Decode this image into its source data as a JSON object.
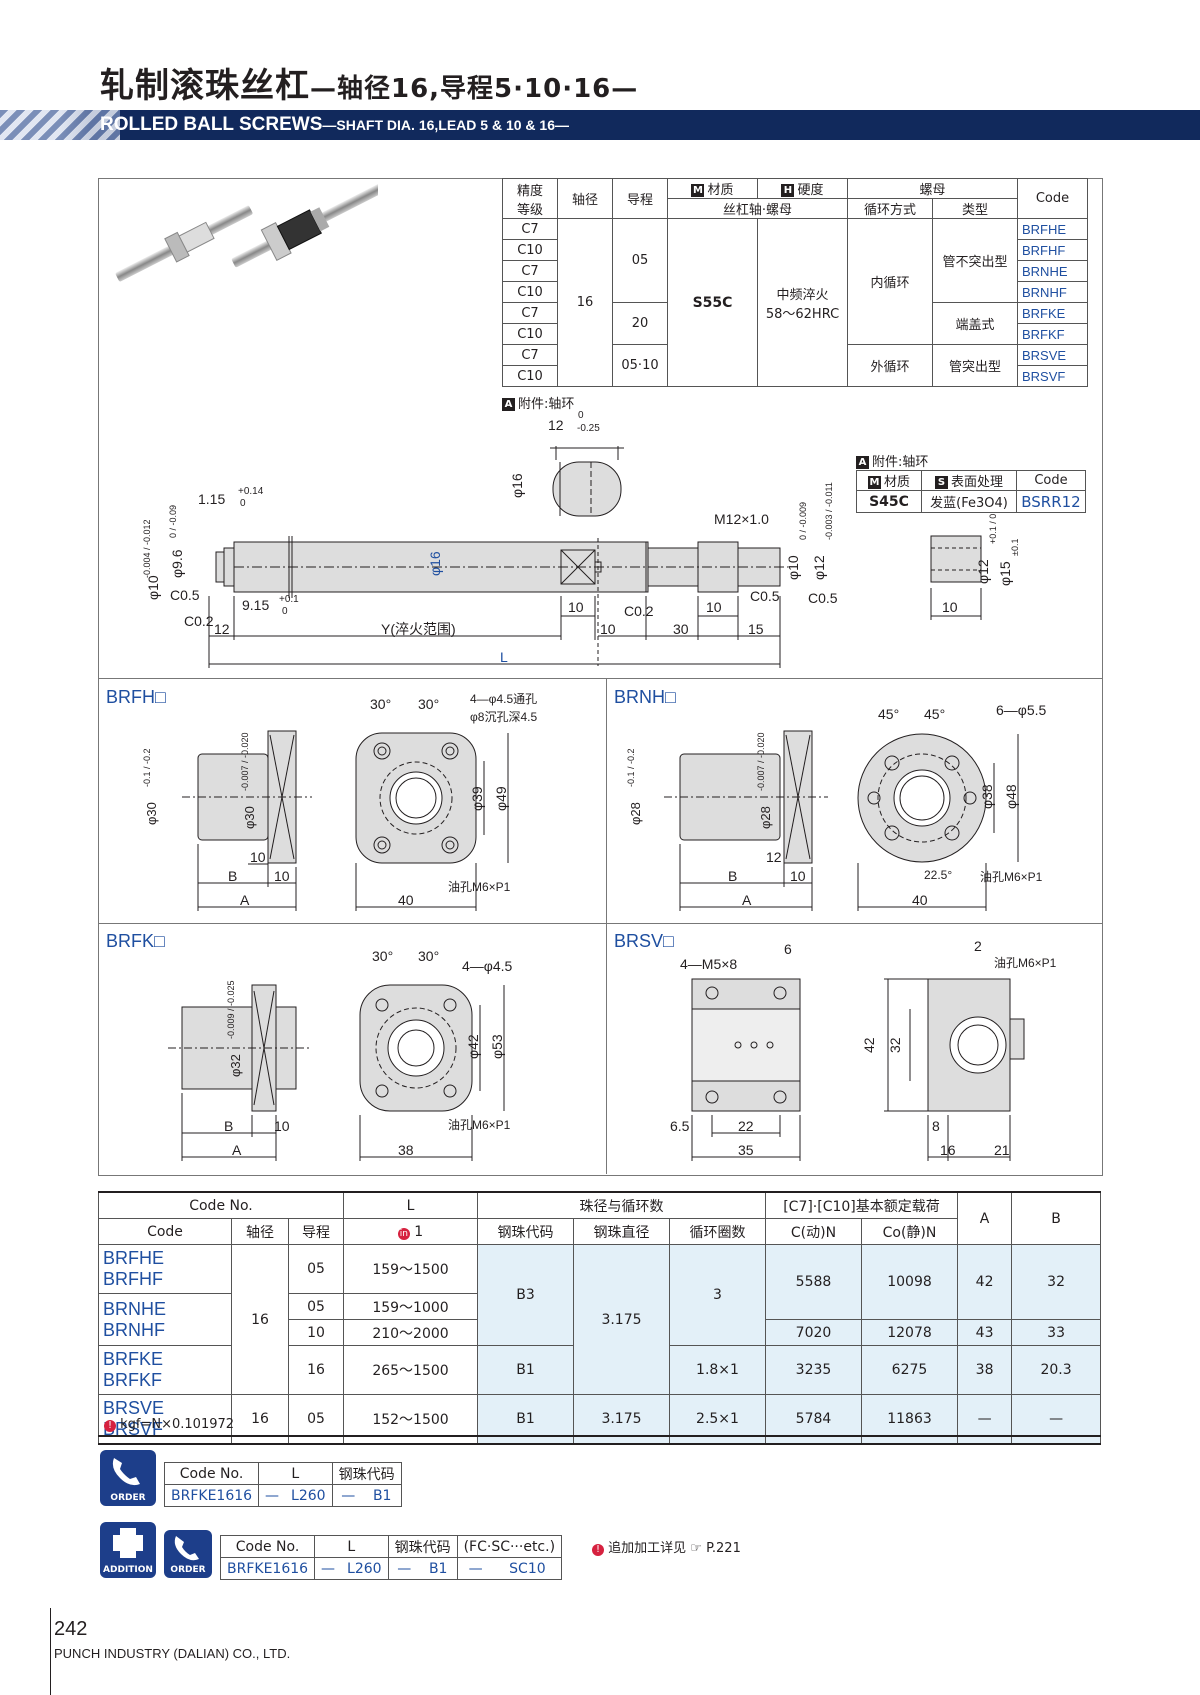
{
  "header": {
    "title_main": "轧制滚珠丝杠",
    "title_sub": "—轴径16,导程5·10·16—",
    "title_en_main": "ROLLED BALL SCREWS",
    "title_en_sub": "—SHAFT DIA. 16,LEAD 5 & 10 & 16—"
  },
  "spec_select": {
    "h_precision": "精度",
    "h_grade": "等级",
    "h_shaft": "轴径",
    "h_lead": "导程",
    "h_material": "材质",
    "h_hardness": "硬度",
    "h_shaft_nut": "丝杠轴·螺母",
    "h_nut": "螺母",
    "h_circ": "循环方式",
    "h_type": "类型",
    "h_code": "Code",
    "icon_m": "M",
    "icon_h": "H",
    "grades": [
      "C7",
      "C10",
      "C7",
      "C10",
      "C7",
      "C10",
      "C7",
      "C10"
    ],
    "shaft": "16",
    "lead_05": "05",
    "lead_20": "20",
    "lead_0510": "05·10",
    "material": "S55C",
    "hardness_1": "中频淬火",
    "hardness_2": "58～62HRC",
    "circ_inner": "内循环",
    "circ_outer": "外循环",
    "type_flush": "管不突出型",
    "type_endcap": "端盖式",
    "type_tube": "管突出型",
    "codes": [
      "BRFHE",
      "BRFHF",
      "BRNHE",
      "BRNHF",
      "BRFKE",
      "BRFKF",
      "BRSVE",
      "BRSVF"
    ],
    "attach_label": "附件:轴环",
    "icon_a": "A"
  },
  "collar": {
    "attach_label": "附件:轴环",
    "h_material": "材质",
    "h_surface": "表面处理",
    "h_code": "Code",
    "material": "S45C",
    "surface": "发蓝(Fe3O4)",
    "code": "BSRR12",
    "icon_m": "M",
    "icon_s": "S",
    "icon_a": "A"
  },
  "shaft_drawing": {
    "d_12": "12",
    "d_12_tol_top": "0",
    "d_12_tol_bot": "-0.25",
    "d_phi16_top": "φ16",
    "d_1_15": "1.15",
    "d_1_15_tol_top": "+0.14",
    "d_1_15_tol_bot": "0",
    "d_phi10": "φ10",
    "d_phi10_tol": "-0.004 / -0.012",
    "d_phi9_6": "φ9.6",
    "d_phi9_6_tol": "0 / -0.09",
    "d_c05": "C0.5",
    "d_9_15": "9.15",
    "d_9_15_tol_top": "+0.1",
    "d_9_15_tol_bot": "0",
    "d_c02": "C0.2",
    "d_12b": "12",
    "d_y": "Y(淬火范围)",
    "d_L": "L",
    "d_phi16": "φ16",
    "d_10a": "10",
    "d_10b": "10",
    "d_c02b": "C0.2",
    "d_30": "30",
    "d_10c": "10",
    "d_15": "15",
    "d_m12": "M12×1.0",
    "d_phi10r": "φ10",
    "d_phi10r_tol": "0 / -0.009",
    "d_phi12r": "φ12",
    "d_phi12r_tol": "-0.003 / -0.011",
    "d_c05b": "C0.5",
    "d_c05c": "C0.5",
    "d_collar_12": "φ12",
    "d_collar_12_tol": "+0.1 / 0",
    "d_collar_15": "φ15",
    "d_collar_15_tol": "±0.1",
    "d_collar_10": "10"
  },
  "nut_views": {
    "brfh_title": "BRFH□",
    "brfh_phi30a": "φ30",
    "brfh_phi30a_tol": "-0.1 / -0.2",
    "brfh_phi30b": "φ30",
    "brfh_phi30b_tol": "-0.007 / -0.020",
    "brfh_10a": "10",
    "brfh_B": "B",
    "brfh_10b": "10",
    "brfh_A": "A",
    "brfh_30a": "30°",
    "brfh_30b": "30°",
    "brfh_holes1": "4—φ4.5通孔",
    "brfh_holes2": "φ8沉孔深4.5",
    "brfh_phi39": "φ39",
    "brfh_phi49": "φ49",
    "brfh_oil": "油孔M6×P1",
    "brfh_40": "40",
    "brnh_title": "BRNH□",
    "brnh_phi28a": "φ28",
    "brnh_phi28a_tol": "-0.1 / -0.2",
    "brnh_phi28b": "φ28",
    "brnh_phi28b_tol": "-0.007 / -0.020",
    "brnh_12": "12",
    "brnh_B": "B",
    "brnh_10": "10",
    "brnh_A": "A",
    "brnh_45a": "45°",
    "brnh_45b": "45°",
    "brnh_holes": "6—φ5.5",
    "brnh_phi38": "φ38",
    "brnh_phi48": "φ48",
    "brnh_22_5": "22.5°",
    "brnh_oil": "油孔M6×P1",
    "brnh_40": "40",
    "brfk_title": "BRFK□",
    "brfk_phi32": "φ32",
    "brfk_phi32_tol": "-0.009 / -0.025",
    "brfk_B": "B",
    "brfk_10": "10",
    "brfk_A": "A",
    "brfk_30a": "30°",
    "brfk_30b": "30°",
    "brfk_holes": "4—φ4.5",
    "brfk_phi42": "φ42",
    "brfk_phi53": "φ53",
    "brfk_oil": "油孔M6×P1",
    "brfk_38": "38",
    "brsv_title": "BRSV□",
    "brsv_m5": "4—M5×8",
    "brsv_6": "6",
    "brsv_6_5": "6.5",
    "brsv_22": "22",
    "brsv_35": "35",
    "brsv_2": "2",
    "brsv_oil": "油孔M6×P1",
    "brsv_42": "42",
    "brsv_32": "32",
    "brsv_8": "8",
    "brsv_16": "16",
    "brsv_21": "21"
  },
  "spec_table": {
    "h_codeno": "Code No.",
    "h_L": "L",
    "h_ball": "珠径与循环数",
    "h_load": "[C7]·[C10]基本额定载荷",
    "h_code": "Code",
    "h_shaft": "轴径",
    "h_lead": "导程",
    "h_L1": "1",
    "h_ballcode": "钢珠代码",
    "h_balldia": "钢珠直径",
    "h_circuits": "循环圈数",
    "h_C": "C(动)N",
    "h_Co": "Co(静)N",
    "h_A": "A",
    "h_B": "B",
    "codes": [
      "BRFHE",
      "BRFHF",
      "BRNHE",
      "BRNHF",
      "BRFKE",
      "BRFKF",
      "BRSVE",
      "BRSVF"
    ],
    "shaft_a": "16",
    "shaft_b": "16",
    "rows": [
      {
        "lead": "05",
        "L": "159～1500",
        "C": "5588",
        "Co": "10098",
        "A": "42",
        "B": "32"
      },
      {
        "lead": "05",
        "L": "159～1000"
      },
      {
        "lead": "10",
        "L": "210～2000",
        "C": "7020",
        "Co": "12078",
        "A": "43",
        "B": "33"
      },
      {
        "lead": "16",
        "L": "265～1500",
        "ball": "B1",
        "circ": "1.8×1",
        "C": "3235",
        "Co": "6275",
        "A": "38",
        "B": "20.3"
      },
      {
        "lead": "05",
        "L": "152～1500",
        "ball": "B1",
        "dia": "3.175",
        "circ": "2.5×1",
        "C": "5784",
        "Co": "11863",
        "A": "—",
        "B": "—"
      }
    ],
    "ball_b3": "B3",
    "dia_1": "3.175",
    "circ_3": "3",
    "note": "kgf=N×0.101972"
  },
  "order": {
    "label": "ORDER",
    "h_codeno": "Code No.",
    "h_L": "L",
    "h_ball": "钢珠代码",
    "v_code": "BRFKE1616",
    "v_dash1": "—",
    "v_L": "L260",
    "v_dash2": "—",
    "v_ball": "B1"
  },
  "addition": {
    "label_add": "ADDITION",
    "label_order": "ORDER",
    "h_codeno": "Code No.",
    "h_L": "L",
    "h_ball": "钢珠代码",
    "h_etc": "(FC·SC···etc.)",
    "v_code": "BRFKE1616",
    "v_dash1": "—",
    "v_L": "L260",
    "v_dash2": "—",
    "v_ball": "B1",
    "v_dash3": "—",
    "v_sc": "SC10",
    "note": "追加加工详见",
    "note_ref": "P.221"
  },
  "footer": {
    "page": "242",
    "company": "PUNCH INDUSTRY (DALIAN) CO., LTD."
  },
  "colors": {
    "navy": "#11295c",
    "accent_blue": "#1f4fa0",
    "light_blue": "#e3f0f8",
    "red": "#d6213f"
  }
}
